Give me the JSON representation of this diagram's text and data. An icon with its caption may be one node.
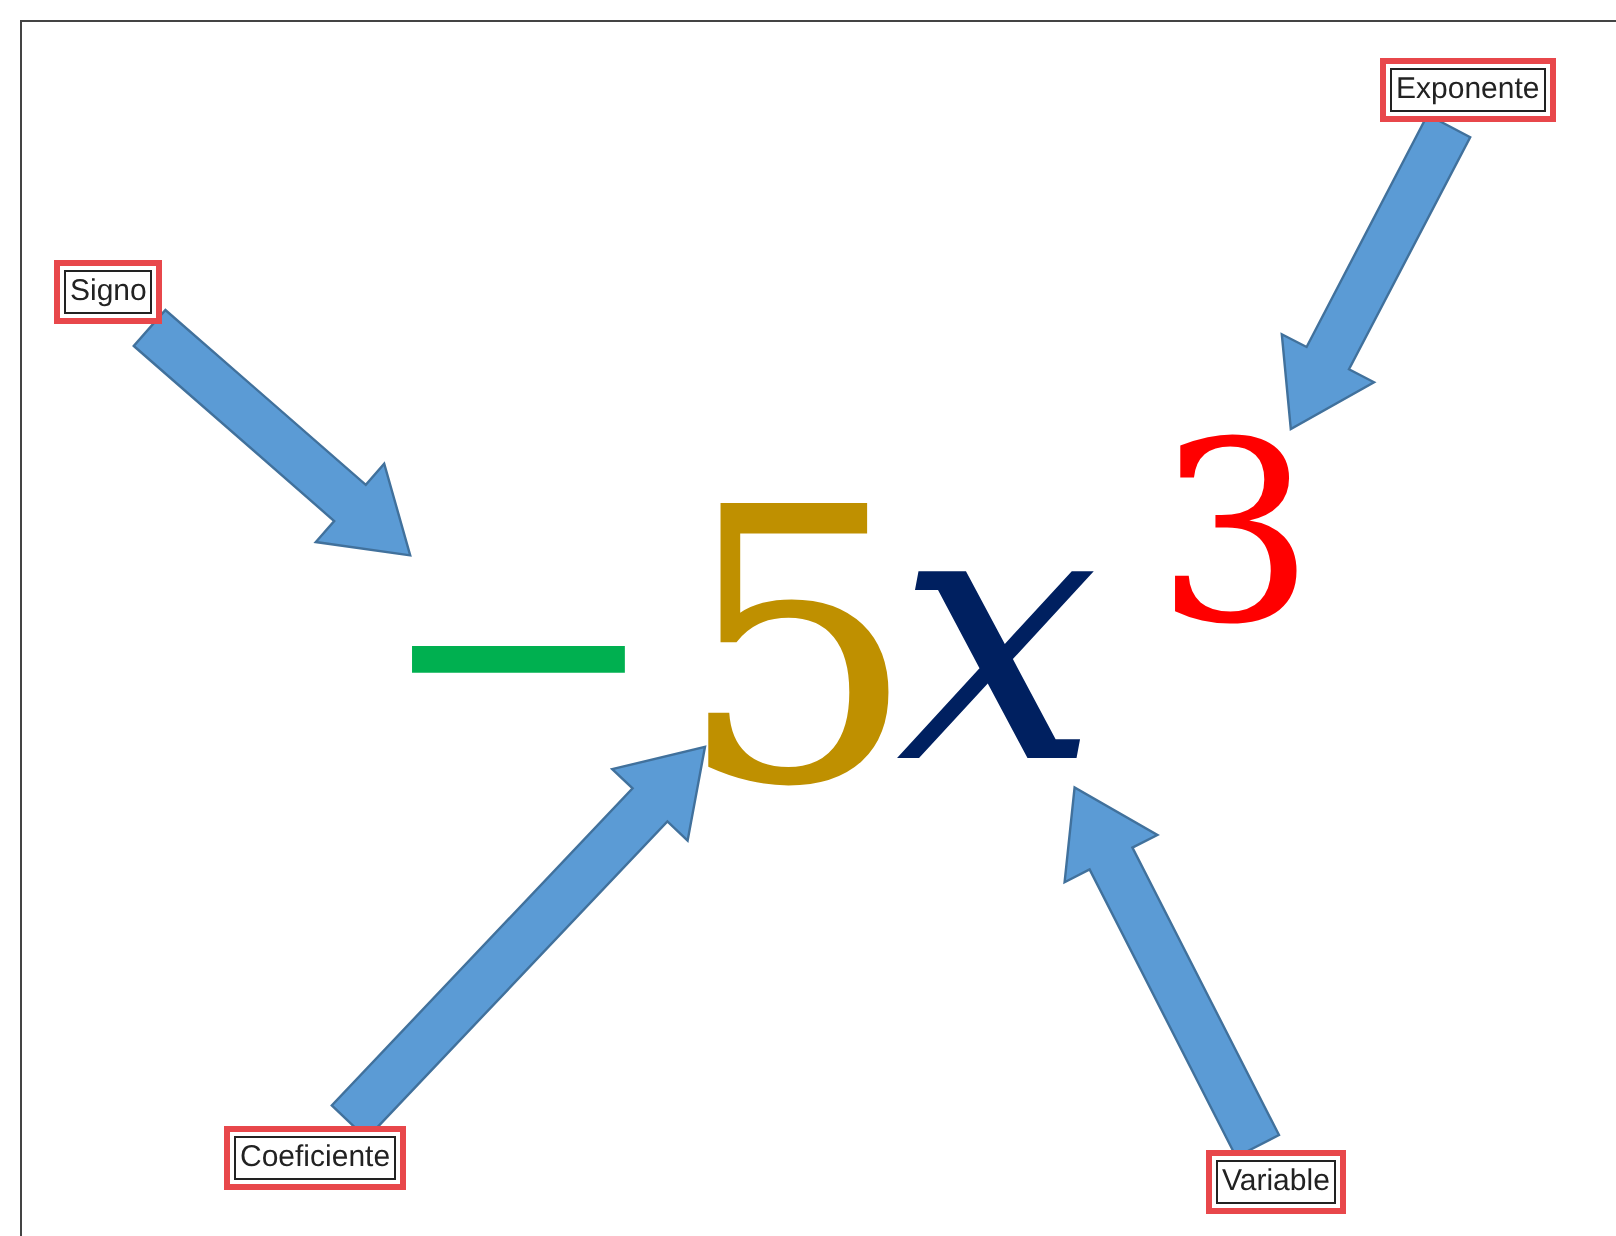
{
  "diagram": {
    "nodes": [
      {
        "text": [
          "Exponente"
        ]
      },
      {
        "text": [
          "Signo"
        ]
      },
      {
        "text": [
          "−"
        ]
      },
      {
        "text": [
          "5"
        ]
      },
      {
        "text": [
          "x"
        ]
      },
      {
        "text": [
          "3"
        ]
      },
      {
        "text": [
          "Coeficiente"
        ]
      },
      {
        "text": [
          "Variable"
        ]
      }
    ],
    "edges": [
      {
        "from": 1,
        "to": 2,
        "arrow": "to"
      },
      {
        "from": 0,
        "to": 5,
        "arrow": "to"
      },
      {
        "from": 6,
        "to": 3,
        "arrow": "to"
      },
      {
        "from": 7,
        "to": 4,
        "arrow": "to"
      }
    ]
  }
}
